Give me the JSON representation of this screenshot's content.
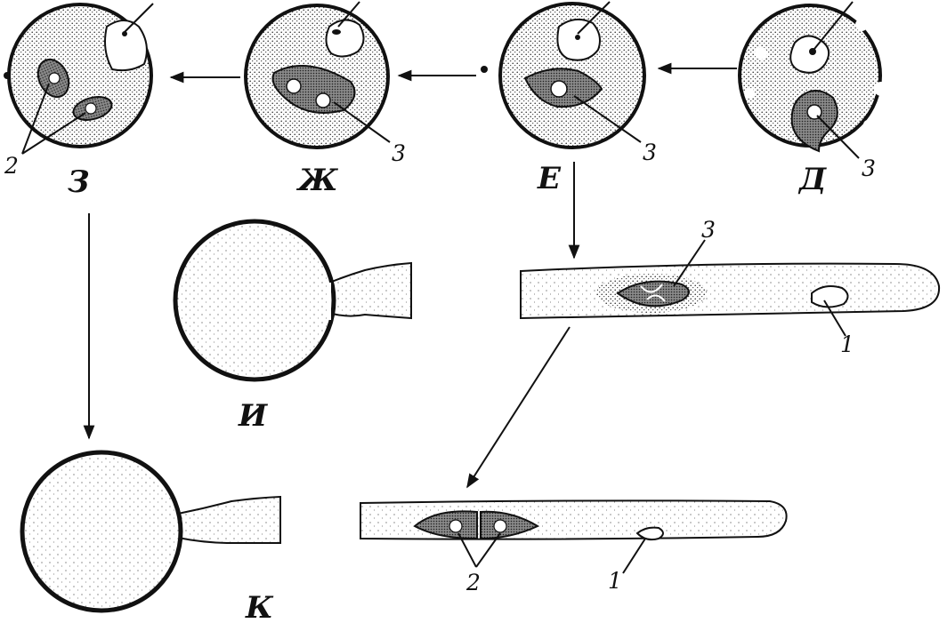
{
  "panels": {
    "d": "Д",
    "e": "Е",
    "zh": "Ж",
    "z": "З",
    "i": "И",
    "k": "К"
  },
  "labels": {
    "d_3": "3",
    "e_3": "3",
    "zh_3": "3",
    "z_2": "2",
    "tube_e_3": "3",
    "tube_e_1": "1",
    "tube_k_2": "2",
    "tube_k_1": "1"
  },
  "colors": {
    "ink": "#111111",
    "paper": "#ffffff",
    "nucleus_fill": "#a9a9a9"
  }
}
